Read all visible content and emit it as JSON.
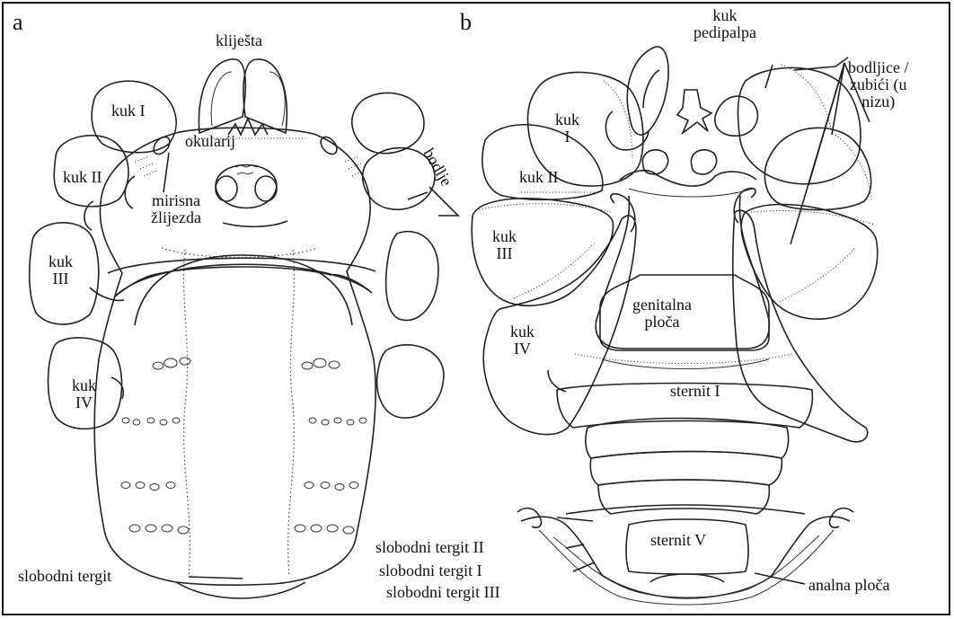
{
  "panels": {
    "a": {
      "letter": "a",
      "labels": {
        "kliješta": "kliješta",
        "kuk_I": "kuk I",
        "kuk_II": "kuk II",
        "kuk_III": "kuk\nIII",
        "kuk_IV": "kuk\nIV",
        "okularij": "okularij",
        "mirisna_žlijezda": "mirisna\nžlijezda",
        "bodlje": "bodlje",
        "slobodni_tergit": "slobodni tergit"
      }
    },
    "b": {
      "letter": "b",
      "labels": {
        "kuk_pedipalpa": "kuk\npedipalpa",
        "bodljice": "bodljice /\nzubići (u\nnizu)",
        "kuk_I": "kuk\nI",
        "kuk_II": "kuk II",
        "kuk_III": "kuk\nIII",
        "kuk_IV": "kuk\nIV",
        "genitalna_ploča": "genitalna\nploča",
        "sternit_I": "sternit I",
        "sternit_V": "sternit V",
        "slobodni_tergit_II": "slobodni tergit II",
        "slobodni_tergit_I": "slobodni tergit I",
        "slobodni_tergit_III": "slobodni tergit III",
        "analna_ploča": "analna ploča"
      }
    }
  }
}
